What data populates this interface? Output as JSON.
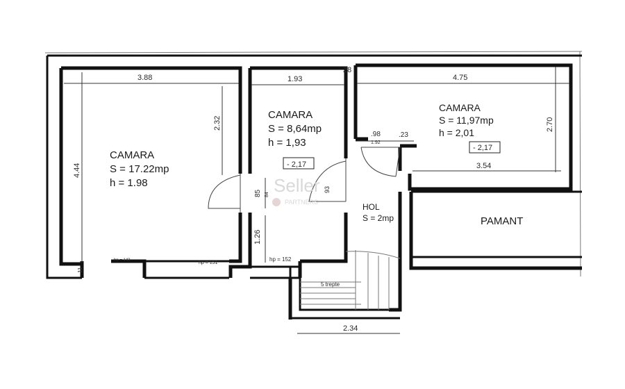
{
  "rooms": {
    "camara_left": {
      "name": "CAMARA",
      "area": "S = 17.22mp",
      "height": "h = 1.98"
    },
    "camara_mid": {
      "name": "CAMARA",
      "area": "S = 8,64mp",
      "height": "h = 1,93",
      "level": "- 2,17"
    },
    "camara_right": {
      "name": "CAMARA",
      "area": "S = 11,97mp",
      "height": "h = 2,01",
      "level": "- 2,17"
    },
    "hol": {
      "name": "HOL",
      "area": "S = 2mp"
    },
    "pamant": {
      "name": "PAMANT"
    }
  },
  "dimensions": {
    "left_width": "3.88",
    "left_height": "4.44",
    "left_inner": "2.32",
    "mid_width": "1.93",
    "mid_door_85": "85",
    "mid_door_84": "84",
    "mid_126": "1.26",
    "wall_28": "28",
    "right_width": "4.75",
    "right_height": "2.70",
    "right_bottom": "3.54",
    "door_98": ".98",
    "door_192": "1.92",
    "door_23": ".23",
    "hol_door": "93",
    "bottom_234": "2.34",
    "stairs": "5 trepte",
    "hp_152": "hp = 152",
    "hp_151": "hp = 151",
    "hp_left": "hp = 143",
    "small_11": "11"
  },
  "watermark": {
    "line1": "Seller",
    "line2": "PARTNERS"
  }
}
